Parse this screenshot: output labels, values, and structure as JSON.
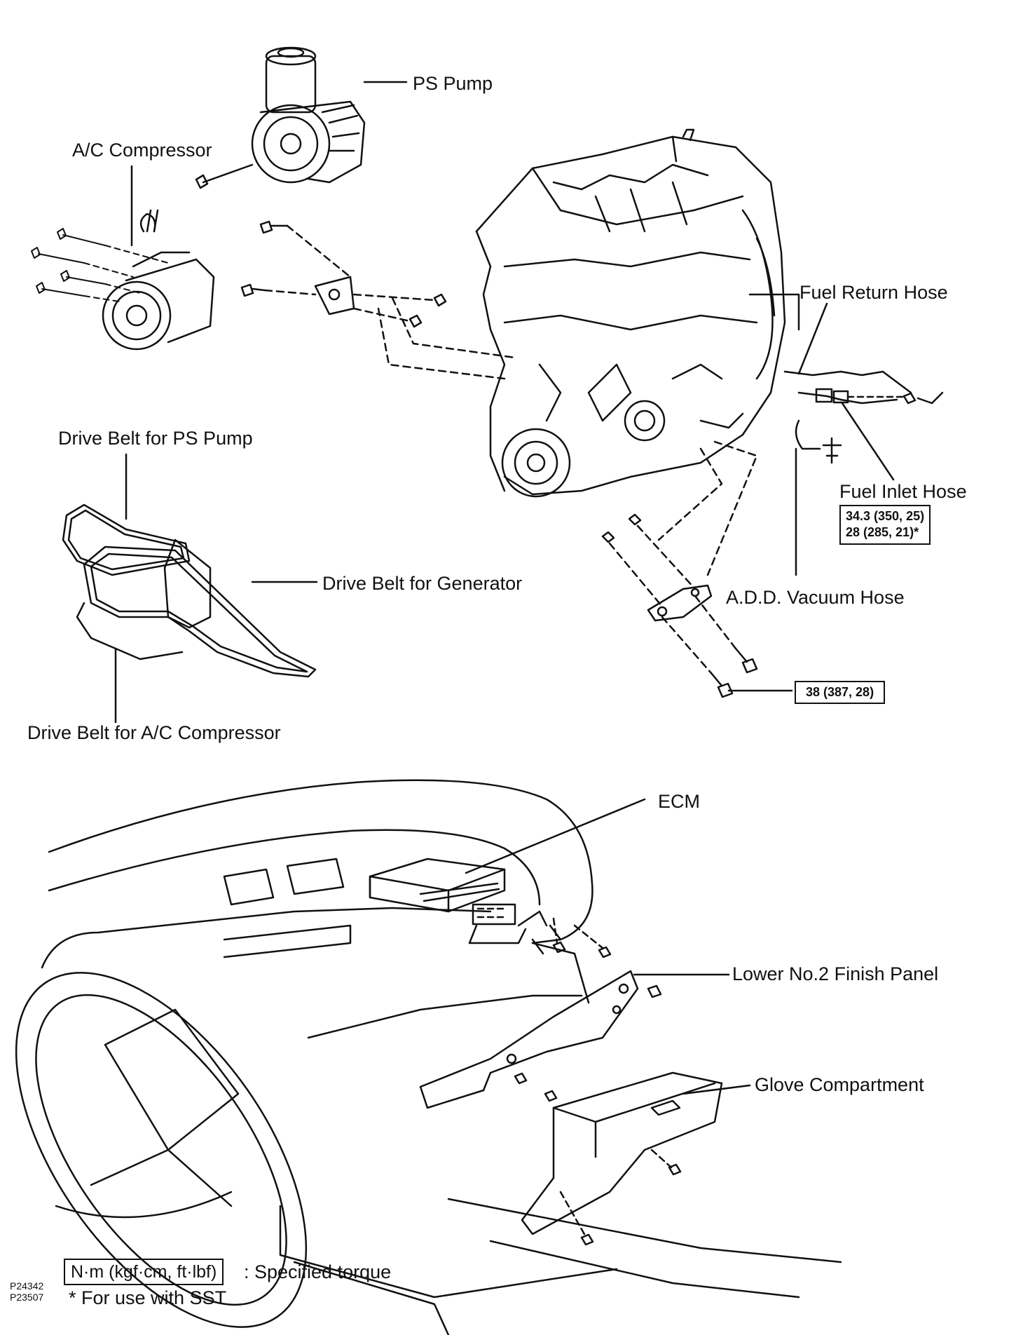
{
  "labels": {
    "ps_pump": "PS Pump",
    "ac_compressor": "A/C Compressor",
    "fuel_return_hose": "Fuel Return Hose",
    "fuel_inlet_hose": "Fuel Inlet Hose",
    "add_vacuum_hose": "A.D.D. Vacuum Hose",
    "drive_belt_ps": "Drive Belt for PS Pump",
    "drive_belt_generator": "Drive Belt for Generator",
    "drive_belt_ac": "Drive Belt for A/C Compressor",
    "ecm": "ECM",
    "lower_finish_panel": "Lower No.2 Finish Panel",
    "glove_compartment": "Glove Compartment"
  },
  "torque": {
    "fuel_inlet_line1": "34.3 (350, 25)",
    "fuel_inlet_line2": "28 (285, 21)*",
    "bracket_bolt": "38 (387, 28)"
  },
  "legend": {
    "unit_box": "N·m (kgf·cm, ft·lbf)",
    "unit_text": ": Specified torque",
    "sst_note": "* For use with SST"
  },
  "figure_codes": [
    "P24342",
    "P23507"
  ]
}
